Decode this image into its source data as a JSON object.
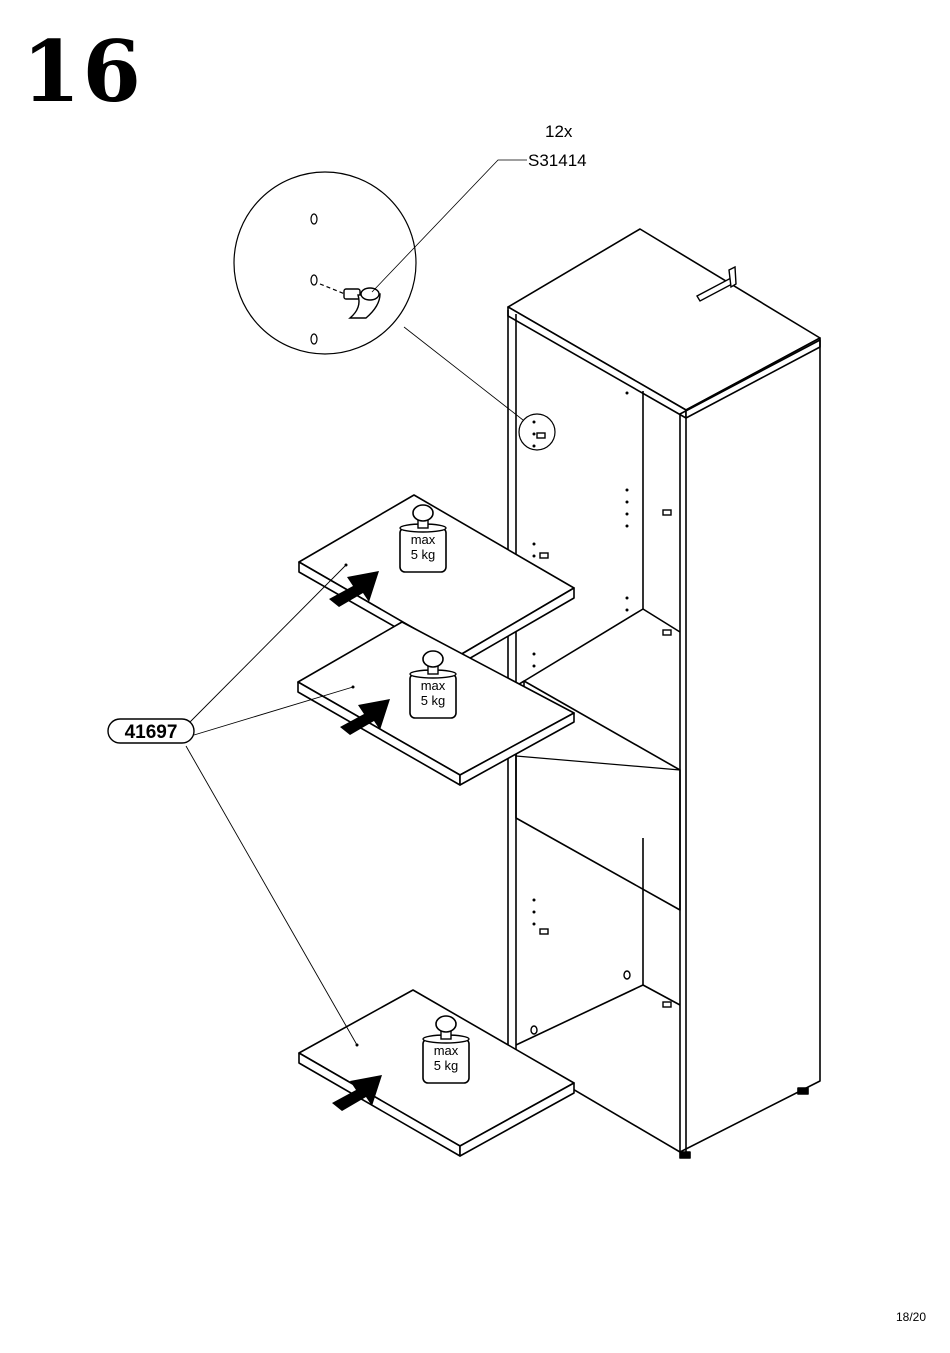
{
  "step": {
    "number": "16"
  },
  "fitting": {
    "quantity": "12x",
    "part_code": "S31414"
  },
  "shelf": {
    "part_code": "41697",
    "count": 3
  },
  "load_limit": {
    "line1": "max",
    "line2": "5 kg"
  },
  "icons": [
    "weight-icon",
    "push-arrow-icon",
    "shelf-pin-icon"
  ],
  "page": {
    "number": "18/20"
  }
}
